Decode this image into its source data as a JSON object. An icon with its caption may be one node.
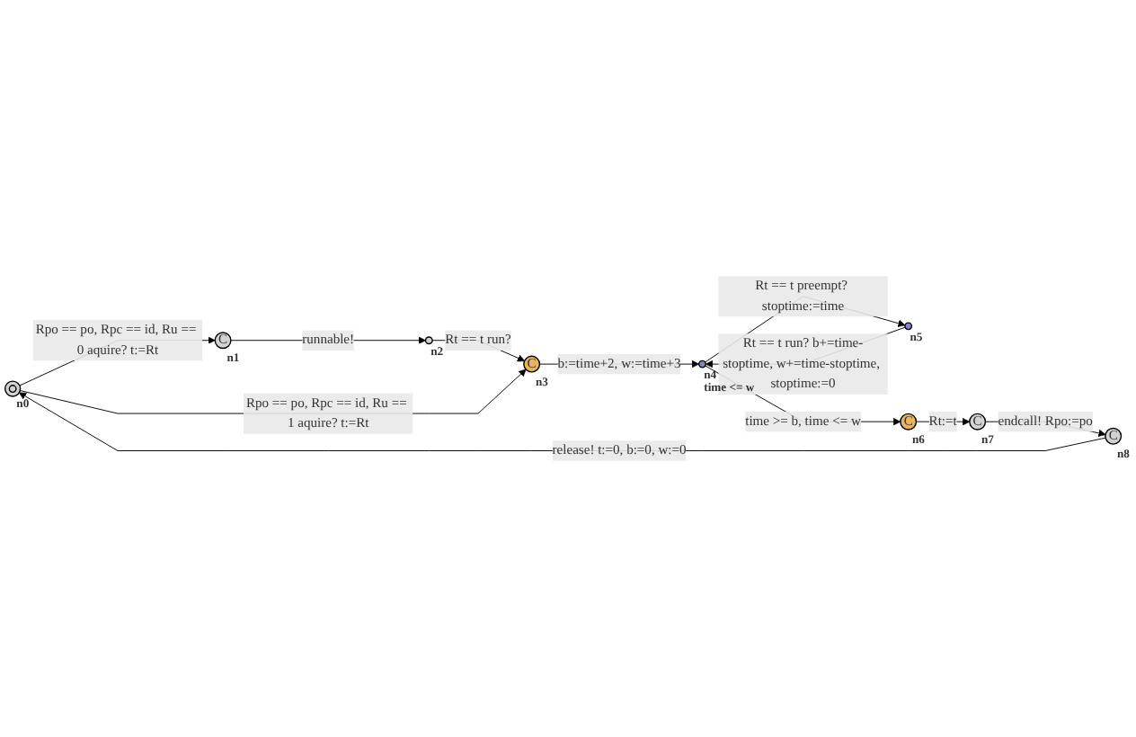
{
  "diagram": {
    "nodes": [
      {
        "text": [],
        "shape": "circle",
        "beside": [
          "n0"
        ]
      },
      {
        "text": [
          "C"
        ],
        "beside": [
          "n1"
        ]
      },
      {
        "text": [],
        "shape": "circle",
        "beside": [
          "n2"
        ]
      },
      {
        "text": [
          "C"
        ],
        "beside": [
          "n3"
        ]
      },
      {
        "text": [],
        "shape": "circle",
        "beside": [
          "n4",
          "time <= w"
        ]
      },
      {
        "text": [],
        "shape": "circle",
        "beside": [
          "n5"
        ]
      },
      {
        "text": [
          "C"
        ],
        "beside": [
          "n6"
        ]
      },
      {
        "text": [
          "C"
        ],
        "beside": [
          "n7"
        ]
      },
      {
        "text": [
          "C"
        ],
        "beside": [
          "n8"
        ]
      }
    ],
    "edges": [
      {
        "from": 0,
        "to": 1,
        "arrow": "to",
        "label": "Rpo == po, Rpc == id, Ru == 0 aquire? t:=Rt"
      },
      {
        "from": 1,
        "to": 2,
        "arrow": "to",
        "label": "runnable!"
      },
      {
        "from": 2,
        "to": 3,
        "arrow": "to",
        "label": "Rt == t run?"
      },
      {
        "from": 0,
        "to": 3,
        "arrow": "to",
        "label": "Rpo == po, Rpc == id, Ru == 1 aquire? t:=Rt"
      },
      {
        "from": 3,
        "to": 4,
        "arrow": "to",
        "label": "b:=time+2, w:=time+3"
      },
      {
        "from": 4,
        "to": 5,
        "arrow": "to",
        "label": "Rt == t preempt? stoptime:=time"
      },
      {
        "from": 5,
        "to": 4,
        "arrow": "to",
        "label": "Rt == t run? b+=time-stoptime, w+=time-stoptime, stoptime:=0"
      },
      {
        "from": 4,
        "to": 6,
        "arrow": "to",
        "label": "time >= b, time <= w"
      },
      {
        "from": 6,
        "to": 7,
        "arrow": "to",
        "label": "Rt:=t"
      },
      {
        "from": 7,
        "to": 8,
        "arrow": "to",
        "label": "endcall! Rpo:=po"
      },
      {
        "from": 8,
        "to": 0,
        "arrow": "to",
        "label": "release! t:=0, b:=0, w:=0"
      }
    ]
  }
}
